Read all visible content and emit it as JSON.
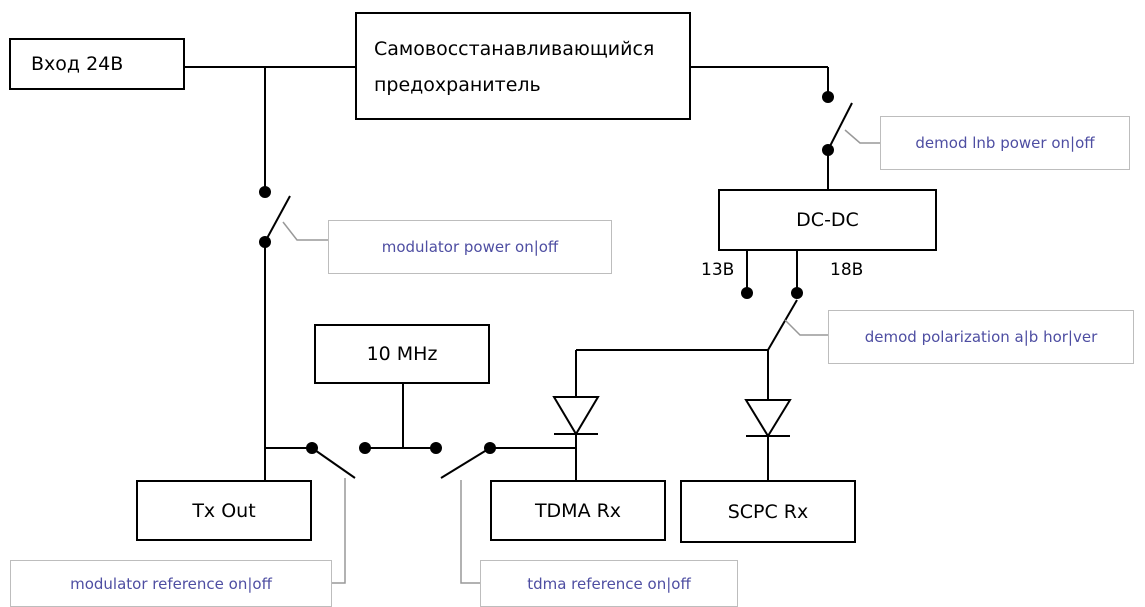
{
  "blocks": {
    "input": "Вход 24В",
    "fuse_line1": "Самовосстанавливающийся",
    "fuse_line2": "предохранитель",
    "dcdc": "DC-DC",
    "ref_10mhz": "10 MHz",
    "tx_out": "Tx Out",
    "tdma_rx": "TDMA Rx",
    "scpc_rx": "SCPC Rx"
  },
  "voltage_labels": {
    "v13": "13В",
    "v18": "18В"
  },
  "switch_notes": {
    "demod_lnb_power": "demod lnb power on|off",
    "modulator_power": "modulator power on|off",
    "demod_polarization": "demod polarization a|b hor|ver",
    "modulator_reference": "modulator reference on|off",
    "tdma_reference": "tdma reference on|off"
  },
  "colors": {
    "wire": "#000000",
    "note_text": "#4e4ea2",
    "note_border": "#bdbdbd",
    "leader": "#999999"
  }
}
